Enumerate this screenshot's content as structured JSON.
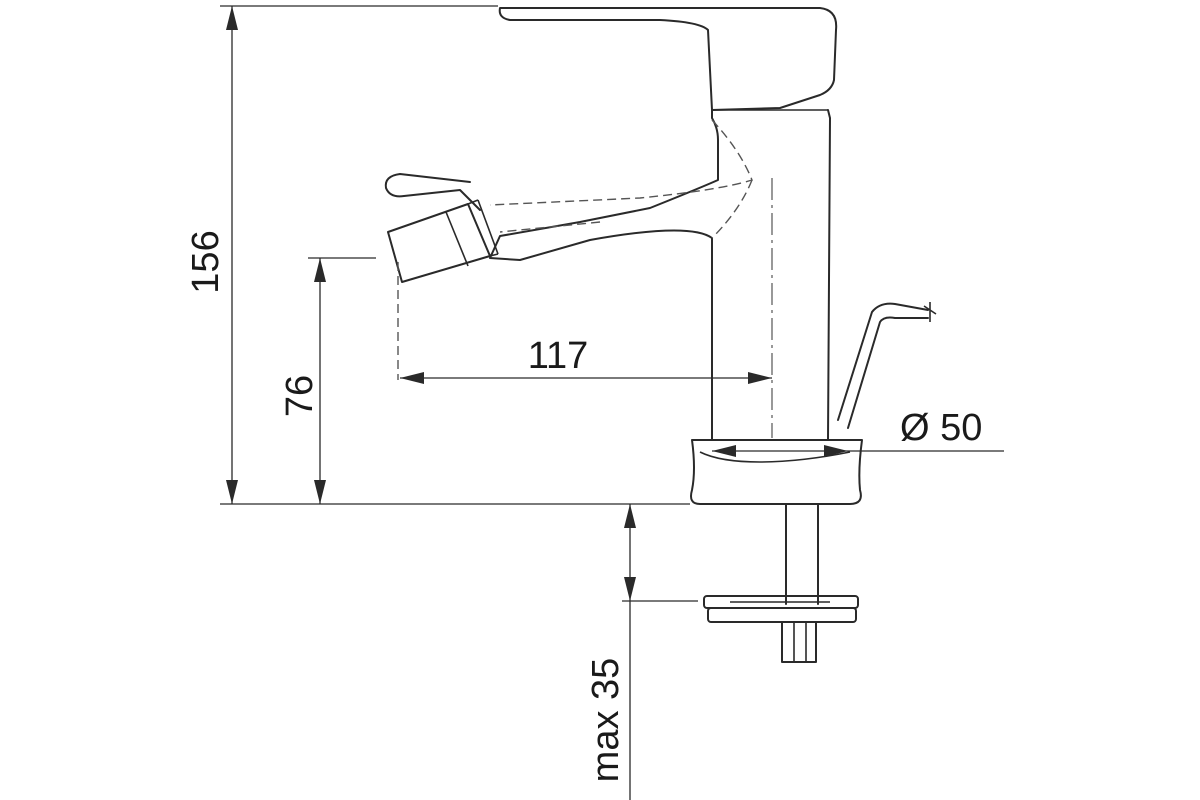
{
  "dimensions": {
    "total_height": "156",
    "spout_height": "76",
    "spout_reach": "117",
    "base_diameter": "Ø 50",
    "max_counter_thickness": "max 35"
  }
}
